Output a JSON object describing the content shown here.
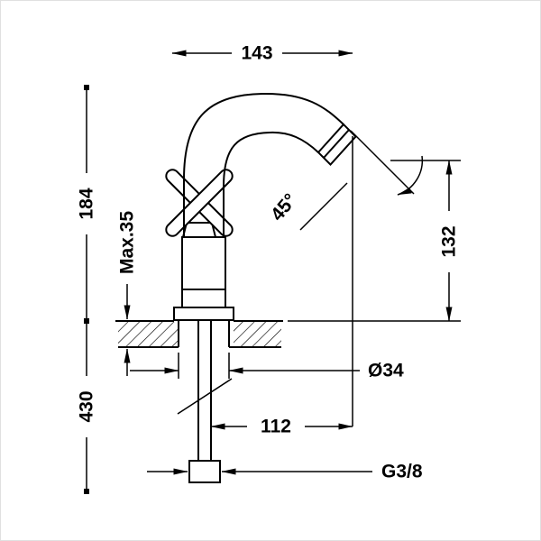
{
  "drawing": {
    "colors": {
      "line": "#000000",
      "background": "#ffffff"
    },
    "dimensions": {
      "top_width": "143",
      "upper_height": "184",
      "max_deck_thickness": "Max.35",
      "spout_angle": "45°",
      "outlet_height": "132",
      "lower_height": "430",
      "base_diameter": "Ø34",
      "spout_reach": "112",
      "thread_size": "G3/8"
    }
  }
}
